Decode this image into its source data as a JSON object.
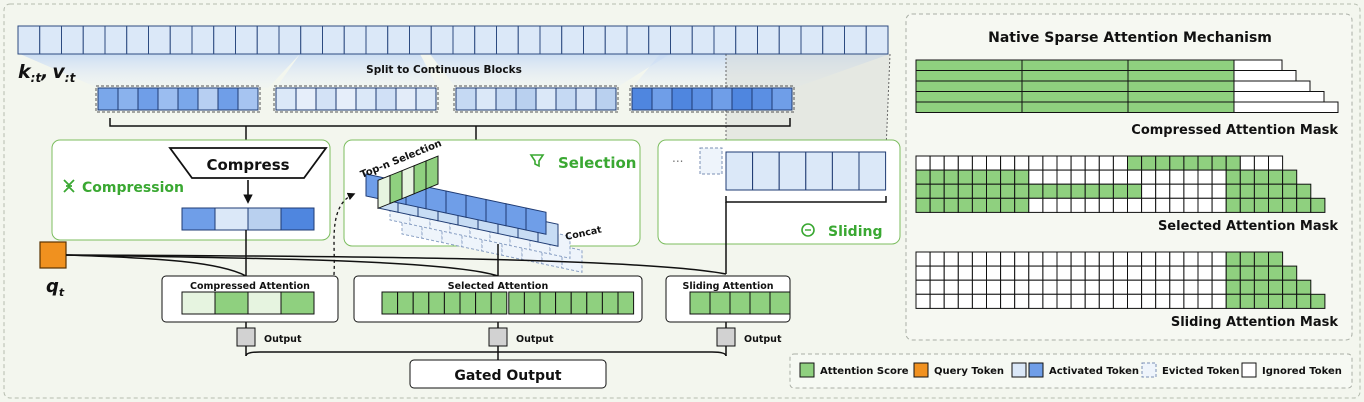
{
  "colors": {
    "background": "#f3f6ee",
    "token_light": "#dbe8f8",
    "token_mid": "#c7dcf4",
    "token_activated": "#6f9ee8",
    "token_activated_border": "#1f3b73",
    "attention_green": "#8fd07f",
    "attention_green_light": "#e6f4e0",
    "query_orange": "#f0911f",
    "panel_border": "#7cbd5f",
    "label_green": "#3aa832",
    "output_grey": "#d2d2d2"
  },
  "left": {
    "kv_label": "k:t, v:t",
    "kv_label_main_k": "k",
    "kv_label_sub_k": ":t",
    "kv_label_sep": ",",
    "kv_label_main_v": "v",
    "kv_label_sub_v": ":t",
    "split_label": "Split to Continuous Blocks",
    "compress_label": "Compress",
    "compression_label": "Compression",
    "selection_label": "Selection",
    "topn_label": "Top-n Selection",
    "concat_label": "Concat",
    "sliding_label": "Sliding",
    "ellipsis": "...",
    "query_label_main": "q",
    "query_label_sub": "t",
    "compressed_attention_label": "Compressed Attention",
    "selected_attention_label": "Selected Attention",
    "sliding_attention_label": "Sliding Attention",
    "output_label": "Output",
    "gated_output_label": "Gated Output",
    "compressed_attention_cells": [
      0.2,
      1,
      0.2,
      1
    ],
    "selected_attention_cells": 16,
    "sliding_attention_cells": 5
  },
  "right": {
    "title": "Native Sparse Attention Mechanism",
    "masks": [
      {
        "name": "compressed",
        "caption": "Compressed Attention Mask"
      },
      {
        "name": "selected",
        "caption": "Selected Attention Mask"
      },
      {
        "name": "sliding",
        "caption": "Sliding Attention Mask"
      }
    ]
  },
  "legend": {
    "items": [
      {
        "key": "attention",
        "label": "Attention Score"
      },
      {
        "key": "query",
        "label": "Query Token"
      },
      {
        "key": "activated",
        "label": "Activated Token"
      },
      {
        "key": "evicted",
        "label": "Evicted Token"
      },
      {
        "key": "ignored",
        "label": "Ignored Token"
      }
    ]
  }
}
